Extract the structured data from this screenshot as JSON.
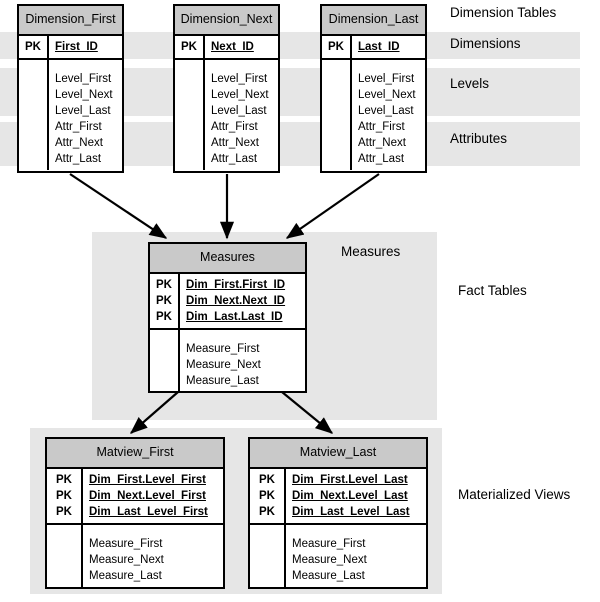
{
  "diagram": {
    "title": "Data warehouse star schema with materialized views",
    "colors": {
      "band": "#e6e6e6",
      "table_header": "#c9c9c9",
      "border": "#000000",
      "background": "#ffffff"
    }
  },
  "zone_labels": [
    {
      "name": "dimension-tables",
      "text": "Dimension Tables"
    },
    {
      "name": "dimensions",
      "text": "Dimensions"
    },
    {
      "name": "levels",
      "text": "Levels"
    },
    {
      "name": "attributes",
      "text": "Attributes"
    },
    {
      "name": "measures",
      "text": "Measures"
    },
    {
      "name": "fact-tables",
      "text": "Fact Tables"
    },
    {
      "name": "materialized-views",
      "text": "Materialized Views"
    }
  ],
  "dimension_tables": [
    {
      "title": "Dimension_First",
      "keys": [
        {
          "key": "PK",
          "field": "First_ID"
        }
      ],
      "fields": [
        "Level_First",
        "Level_Next",
        "Level_Last",
        "Attr_First",
        "Attr_Next",
        "Attr_Last"
      ]
    },
    {
      "title": "Dimension_Next",
      "keys": [
        {
          "key": "PK",
          "field": "Next_ID"
        }
      ],
      "fields": [
        "Level_First",
        "Level_Next",
        "Level_Last",
        "Attr_First",
        "Attr_Next",
        "Attr_Last"
      ]
    },
    {
      "title": "Dimension_Last",
      "keys": [
        {
          "key": "PK",
          "field": "Last_ID"
        }
      ],
      "fields": [
        "Level_First",
        "Level_Next",
        "Level_Last",
        "Attr_First",
        "Attr_Next",
        "Attr_Last"
      ]
    }
  ],
  "fact_table": {
    "title": "Measures",
    "keys": [
      {
        "key": "PK",
        "field": "Dim_First.First_ID"
      },
      {
        "key": "PK",
        "field": "Dim_Next.Next_ID"
      },
      {
        "key": "PK",
        "field": "Dim_Last.Last_ID"
      }
    ],
    "fields": [
      "Measure_First",
      "Measure_Next",
      "Measure_Last"
    ]
  },
  "materialized_views": [
    {
      "title": "Matview_First",
      "keys": [
        {
          "key": "PK",
          "field": "Dim_First.Level_First"
        },
        {
          "key": "PK",
          "field": "Dim_Next.Level_First"
        },
        {
          "key": "PK",
          "field": "Dim_Last_Level_First"
        }
      ],
      "fields": [
        "Measure_First",
        "Measure_Next",
        "Measure_Last"
      ]
    },
    {
      "title": "Matview_Last",
      "keys": [
        {
          "key": "PK",
          "field": "Dim_First.Level_Last"
        },
        {
          "key": "PK",
          "field": "Dim_Next.Level_Last"
        },
        {
          "key": "PK",
          "field": "Dim_Last_Level_Last"
        }
      ],
      "fields": [
        "Measure_First",
        "Measure_Next",
        "Measure_Last"
      ]
    }
  ]
}
